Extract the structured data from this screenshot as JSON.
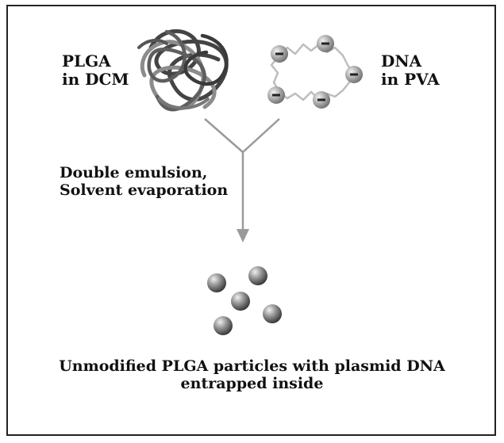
{
  "reactants": {
    "plga": {
      "line1": "PLGA",
      "line2": "in DCM"
    },
    "dna": {
      "line1": "DNA",
      "line2": "in PVA",
      "charge_symbol": "−"
    }
  },
  "process": {
    "line1": "Double emulsion,",
    "line2": "Solvent evaporation"
  },
  "result": {
    "line1": "Unmodified PLGA particles with plasmid DNA",
    "line2": "entrapped inside"
  },
  "colors": {
    "frame": "#222222",
    "polymer_dark": "#444444",
    "polymer_light": "#8c8c8c",
    "dna_strand": "#bdbdbd",
    "dna_bead": "#a8a8a8",
    "arrow": "#9a9a9a",
    "particle": "#7a7a7a"
  }
}
